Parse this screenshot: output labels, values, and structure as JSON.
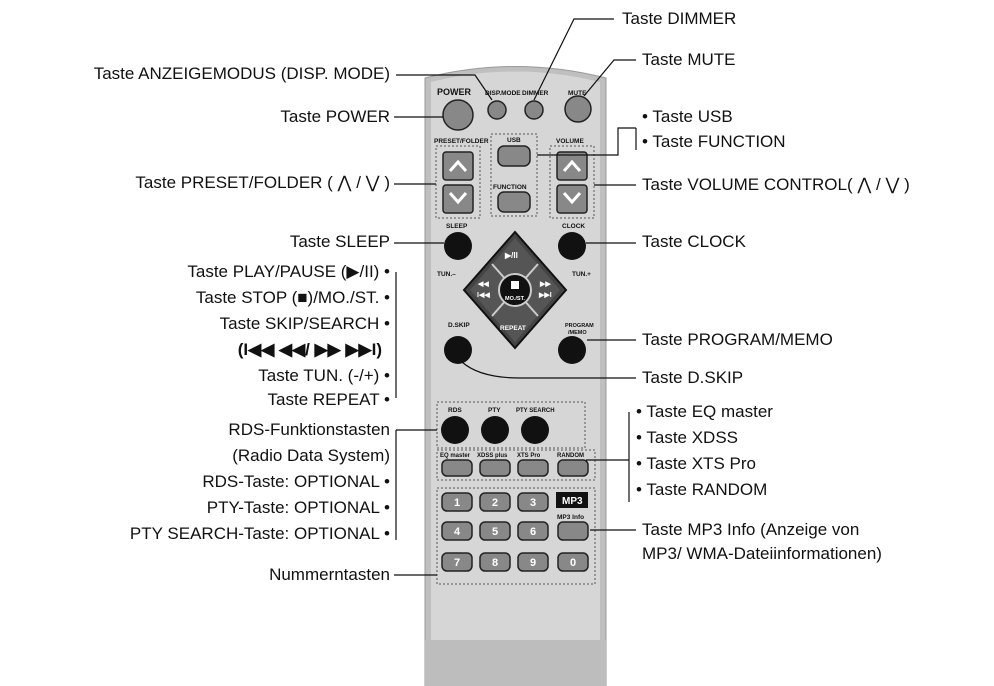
{
  "remote": {
    "labels": {
      "power": "POWER",
      "disp_mode": "DISP.MODE",
      "dimmer": "DIMMER",
      "mute": "MUTE",
      "preset_folder": "PRESET/FOLDER",
      "usb": "USB",
      "function": "FUNCTION",
      "volume": "VOLUME",
      "sleep": "SLEEP",
      "clock": "CLOCK",
      "play_pause": "▶/II",
      "tun_minus": "TUN.–",
      "tun_plus": "TUN.+",
      "stop": "MO./ST.",
      "repeat": "REPEAT",
      "dskip": "D.SKIP",
      "program_1": "PROGRAM",
      "program_2": "/MEMO",
      "rds": "RDS",
      "pty": "PTY",
      "pty_search": "PTY SEARCH",
      "eq_master": "EQ master",
      "xdss_plus": "XDSS plus",
      "xts_pro": "XTS Pro",
      "random": "RANDOM",
      "mp3": "MP3",
      "mp3_info": "MP3 Info",
      "digits": [
        "1",
        "2",
        "3",
        "4",
        "5",
        "6",
        "7",
        "8",
        "9",
        "0"
      ]
    }
  },
  "callouts": {
    "dimmer": "Taste DIMMER",
    "mute": "Taste MUTE",
    "anzeigemodus": "Taste ANZEIGEMODUS (DISP. MODE)",
    "power": "Taste POWER",
    "usb": "• Taste USB",
    "function": "• Taste FUNCTION",
    "preset_folder": "Taste PRESET/FOLDER ( ⋀ / ⋁ )",
    "volume_control": "Taste VOLUME CONTROL( ⋀ / ⋁ )",
    "sleep": "Taste SLEEP",
    "clock": "Taste CLOCK",
    "play_pause": "Taste PLAY/PAUSE (▶/II) •",
    "stop": "Taste STOP (■)/MO./ST. •",
    "skip_search": "Taste SKIP/SEARCH •",
    "skip_symbols": "(I◀◀ ◀◀/ ▶▶ ▶▶I)",
    "tun": "Taste TUN. (-/+) •",
    "repeat": "Taste REPEAT •",
    "program_memo": "Taste PROGRAM/MEMO",
    "dskip": "Taste D.SKIP",
    "rds_keys": "RDS-Funktionstasten",
    "rds_keys_sub": "(Radio Data System)",
    "rds_optional": "RDS-Taste: OPTIONAL •",
    "pty_optional": "PTY-Taste: OPTIONAL •",
    "pty_search_optional": "PTY SEARCH-Taste: OPTIONAL •",
    "eq_master": "• Taste EQ master",
    "xdss": "• Taste XDSS",
    "xts_pro": "• Taste XTS Pro",
    "random": "• Taste RANDOM",
    "mp3_info": "Taste MP3 Info (Anzeige von",
    "mp3_info_2": "MP3/ WMA-Dateiinformationen)",
    "numbers": "Nummerntasten"
  }
}
